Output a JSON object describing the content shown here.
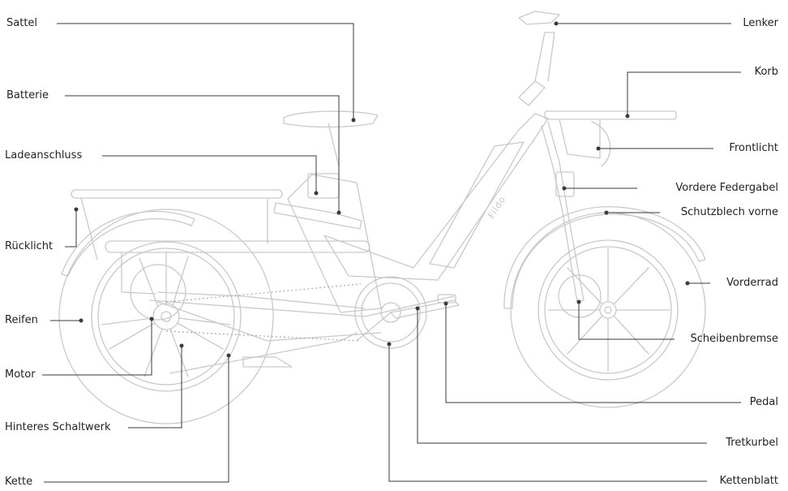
{
  "brand_logo": "Fiido",
  "colors": {
    "label_text": "#222222",
    "leader_line": "#3a3a3a",
    "bike_outline": "#c9c9c9"
  },
  "labels": {
    "sattel": "Sattel",
    "batterie": "Batterie",
    "ladeanschluss": "Ladeanschluss",
    "ruecklicht": "Rücklicht",
    "reifen": "Reifen",
    "motor": "Motor",
    "hinteres_schaltwerk": "Hinteres Schaltwerk",
    "kette": "Kette",
    "lenker": "Lenker",
    "korb": "Korb",
    "frontlicht": "Frontlicht",
    "vordere_federgabel": "Vordere Federgabel",
    "schutzblech_vorne": "Schutzblech vorne",
    "vorderrad": "Vorderrad",
    "scheibenbremse": "Scheibenbremse",
    "pedal": "Pedal",
    "tretkurbel": "Tretkurbel",
    "kettenblatt": "Kettenblatt"
  }
}
